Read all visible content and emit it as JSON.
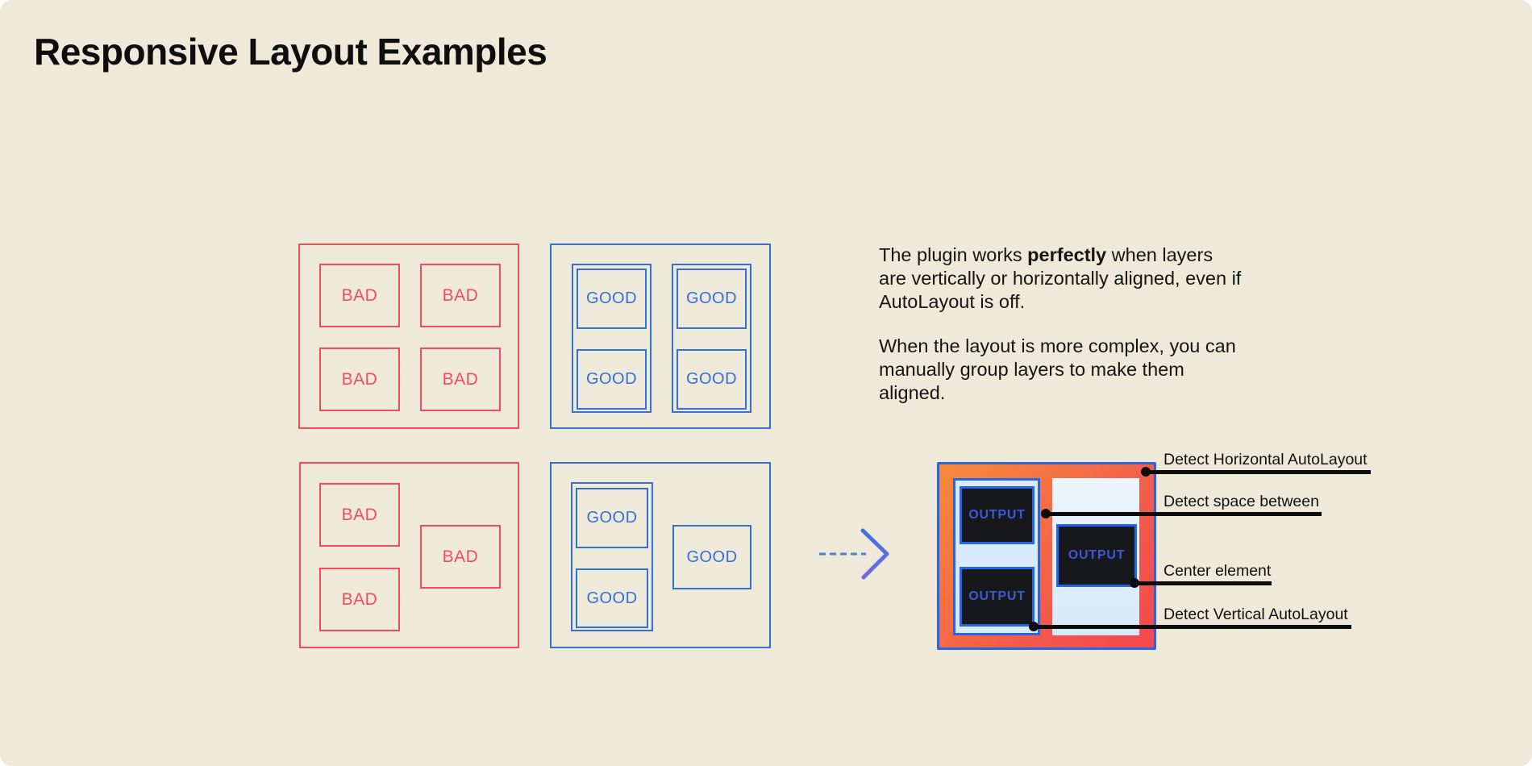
{
  "header": {
    "title": "Responsive Layout Examples"
  },
  "examples": {
    "bad_grid": {
      "boxes": [
        "BAD",
        "BAD",
        "BAD",
        "BAD"
      ]
    },
    "good_grid": {
      "left_column": [
        "GOOD",
        "GOOD"
      ],
      "right_column": [
        "GOOD",
        "GOOD"
      ]
    },
    "bad_scattered": {
      "boxes": [
        "BAD",
        "BAD",
        "BAD"
      ]
    },
    "good_grouped": {
      "grouped_column": [
        "GOOD",
        "GOOD"
      ],
      "single_box": "GOOD"
    }
  },
  "description": {
    "paragraph1_before": "The plugin works ",
    "paragraph1_bold": "perfectly",
    "paragraph1_after": " when layers are vertically or horizontally aligned, even if AutoLayout is off.",
    "paragraph2": "When the layout is more complex, you can manually group layers to make them aligned."
  },
  "output_preview": {
    "left_column_boxes": [
      "OUTPUT",
      "OUTPUT"
    ],
    "center_box": "OUTPUT"
  },
  "annotations": [
    {
      "label": "Detect Horizontal AutoLayout"
    },
    {
      "label": "Detect space between"
    },
    {
      "label": "Center element"
    },
    {
      "label": "Detect Vertical AutoLayout"
    }
  ],
  "colors": {
    "background": "#efe9da",
    "bad_red": "#f04b5f",
    "good_blue": "#336fdd",
    "output_border_blue": "#2566e8",
    "output_gradient_start": "#f78a3b",
    "output_gradient_end": "#f4494f",
    "pale_blue": "#d9eafb",
    "dark_box": "#17181b",
    "output_text_blue": "#3e58d8",
    "arrow_blue": "#4c80da",
    "annotation_black": "#0c0c0c"
  }
}
